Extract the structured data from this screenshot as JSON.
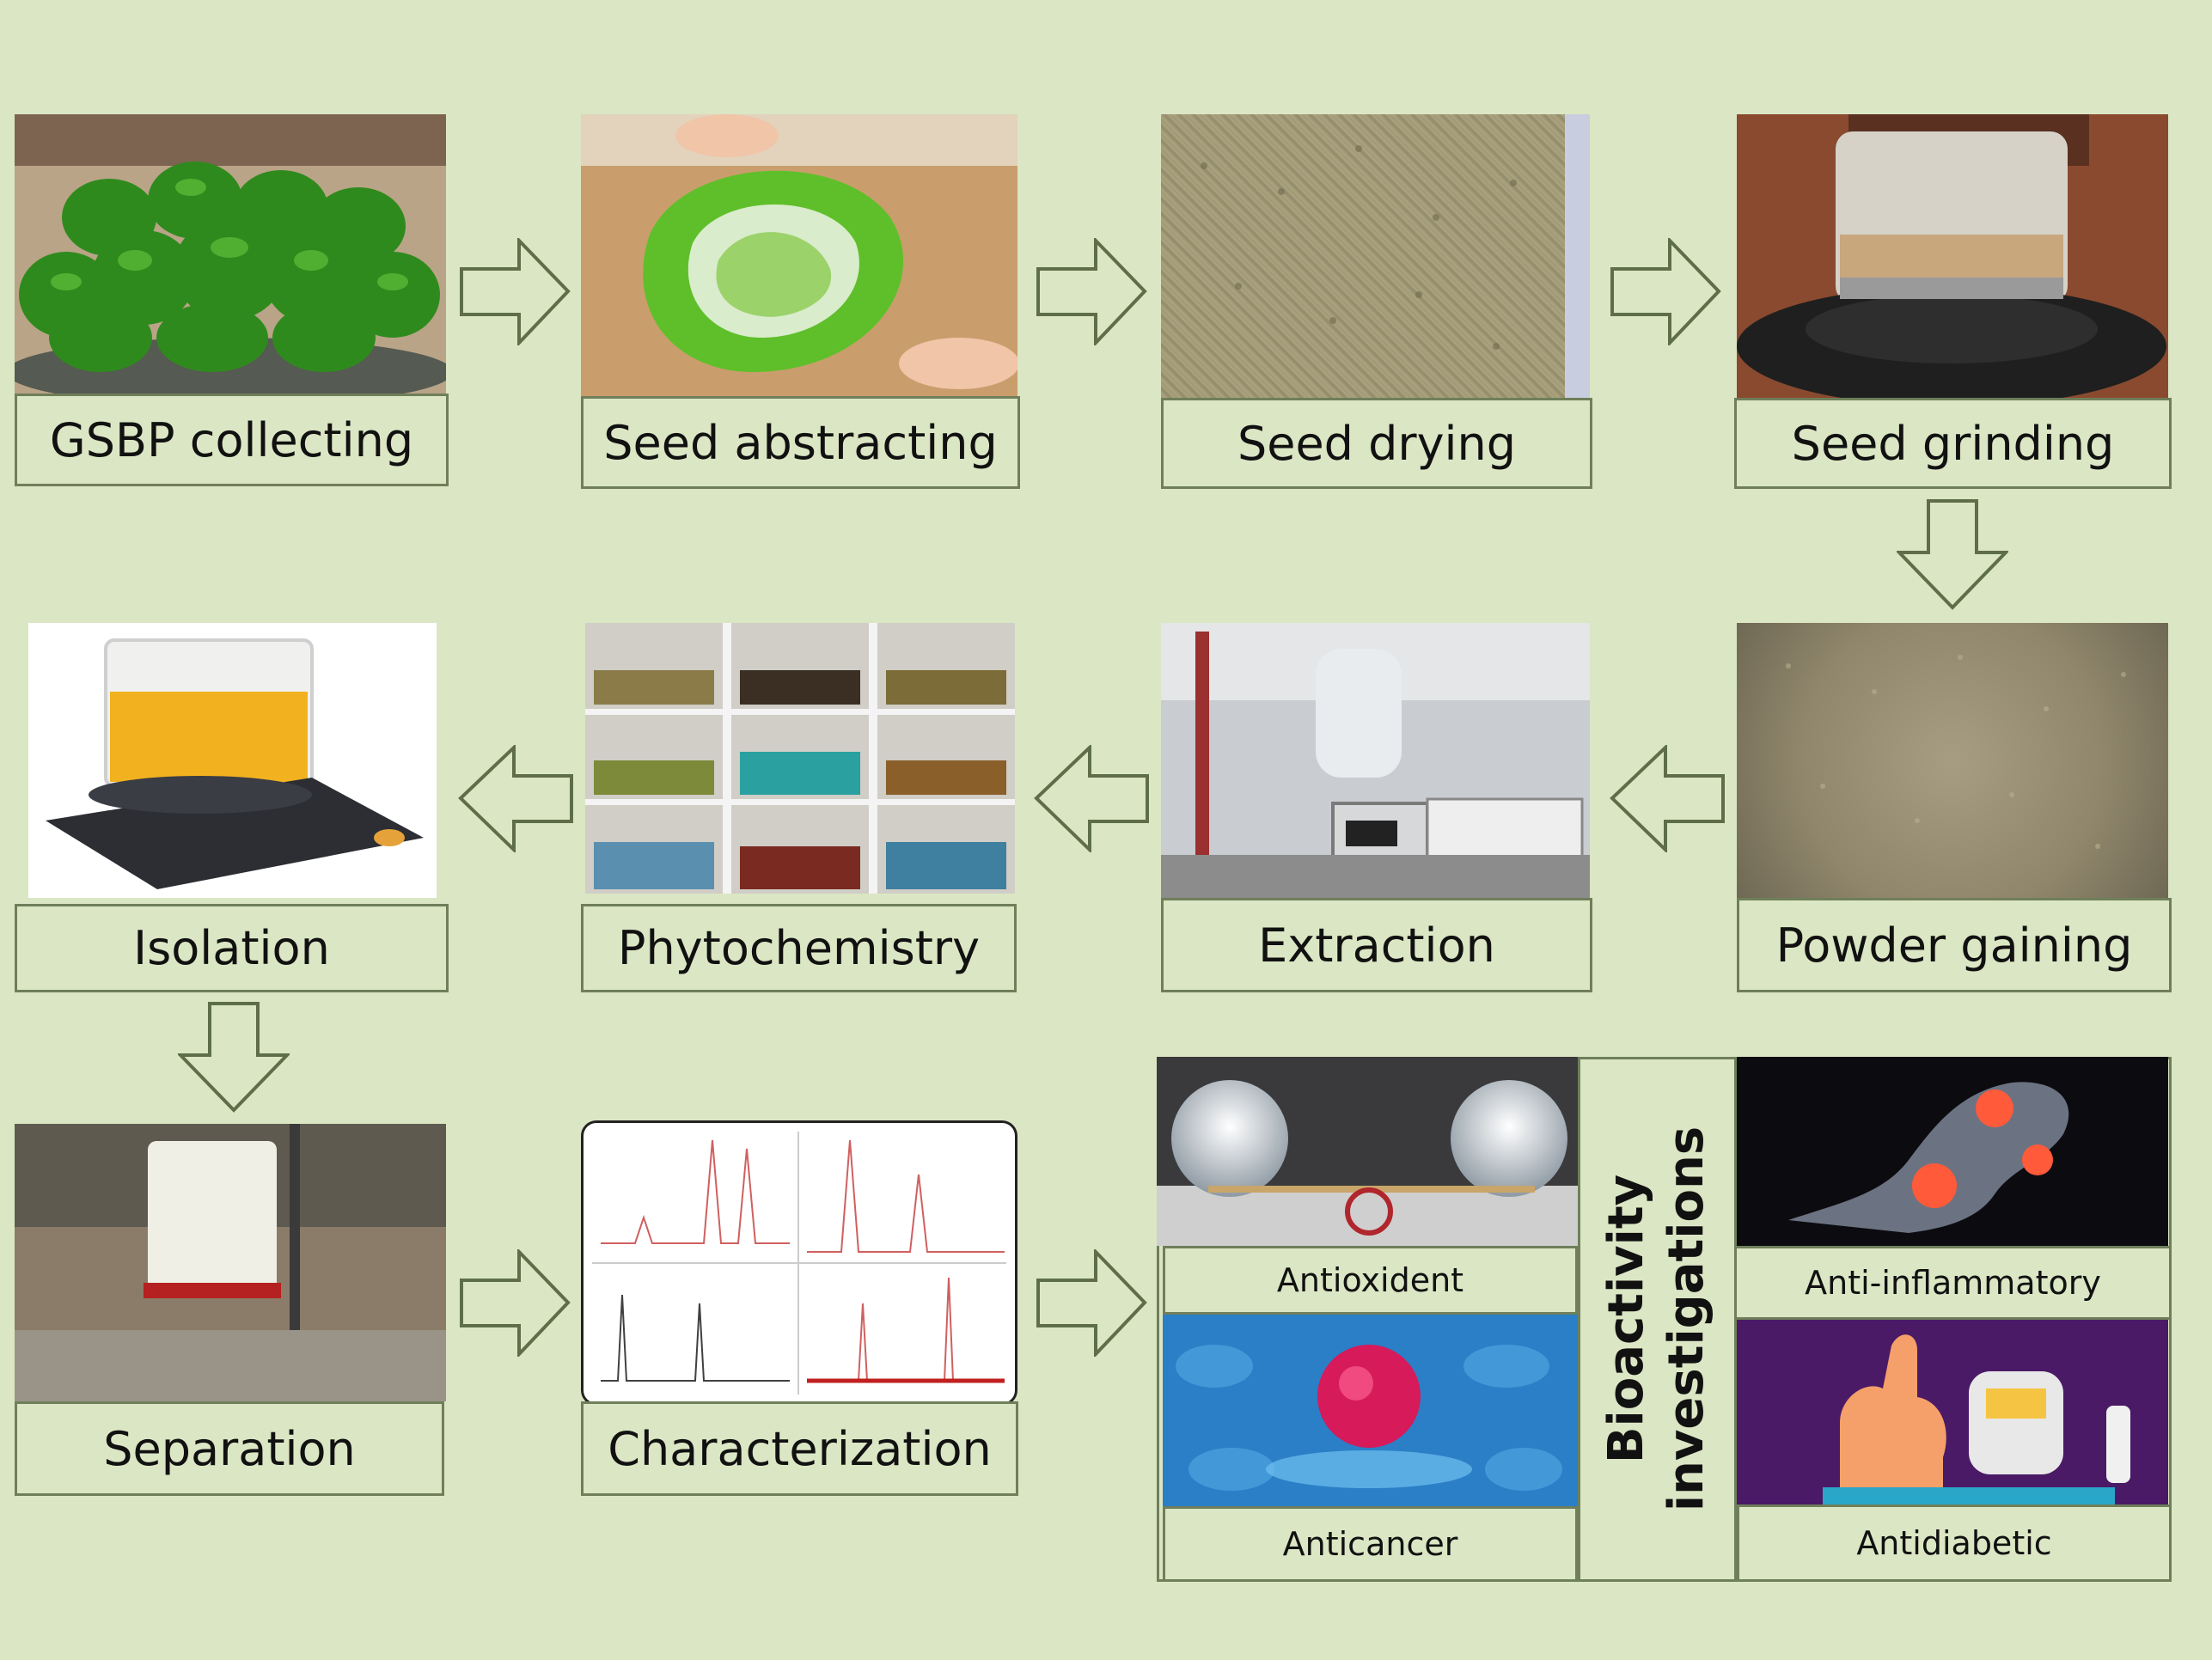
{
  "steps": {
    "gsbp_collecting": "GSBP collecting",
    "seed_abstracting": "Seed abstracting",
    "seed_drying": "Seed drying",
    "seed_grinding": "Seed grinding",
    "powder_gaining": "Powder gaining",
    "extraction": "Extraction",
    "phytochemistry": "Phytochemistry",
    "isolation": "Isolation",
    "separation": "Separation",
    "characterization": "Characterization"
  },
  "bioactivity": {
    "title_line1": "Bioactivity",
    "title_line2": "investigations",
    "antioxident": "Antioxident",
    "anti_inflammatory": "Anti-inflammatory",
    "anticancer": "Anticancer",
    "antidiabetic": "Antidiabetic"
  },
  "colors": {
    "background": "#dbe6c4",
    "border": "#6f7f5a",
    "arrow_outline": "#5e6e48"
  }
}
